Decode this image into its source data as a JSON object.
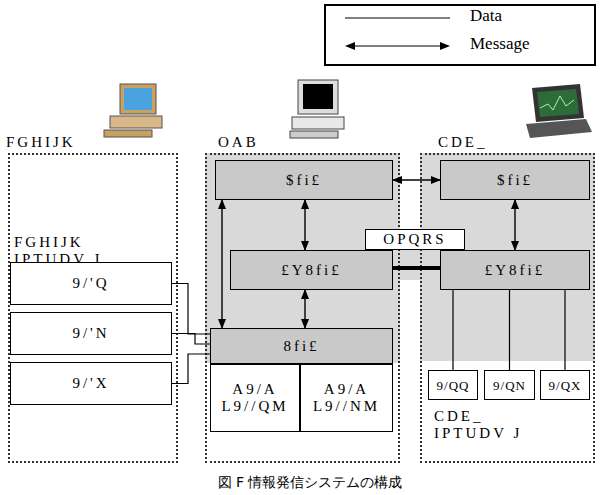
{
  "diagram": {
    "caption": "図 F 情報発信システムの構成",
    "nodes": [
      {
        "text": [
          "FGHIJK",
          "FGHIJK IPTUDV J"
        ]
      },
      {
        "text": [
          "9/'Q"
        ],
        "in": 0
      },
      {
        "text": [
          "9/'N"
        ],
        "in": 0
      },
      {
        "text": [
          "9/'X"
        ],
        "in": 0
      },
      {
        "text": [
          "OAB"
        ]
      },
      {
        "text": [
          "$fi£"
        ],
        "in": 4
      },
      {
        "text": [
          "£Y8fi£"
        ],
        "in": 4
      },
      {
        "text": [
          "8fi£"
        ],
        "in": 4
      },
      {
        "text": [
          "A9/A L9//QM"
        ],
        "in": 4
      },
      {
        "text": [
          "A9/A L9//NM"
        ],
        "in": 4
      },
      {
        "text": [
          "CDE_",
          "CDE_ IPTUDV J"
        ]
      },
      {
        "text": [
          "$fi£"
        ],
        "in": 10
      },
      {
        "text": [
          "£Y8fi£"
        ],
        "in": 10
      },
      {
        "text": [
          "9/QQ"
        ],
        "in": 10
      },
      {
        "text": [
          "9/QN"
        ],
        "in": 10
      },
      {
        "text": [
          "9/QX"
        ],
        "in": 10
      }
    ],
    "edges": [
      {
        "from": 5,
        "to": 11,
        "arrow": "both"
      },
      {
        "from": 5,
        "to": 6,
        "arrow": "both"
      },
      {
        "from": 6,
        "to": 7,
        "arrow": "both"
      },
      {
        "from": 5,
        "to": 7,
        "arrow": "both"
      },
      {
        "from": 11,
        "to": 12,
        "arrow": "both"
      },
      {
        "from": 6,
        "to": 12,
        "label": "OPQRS",
        "arrow": "none"
      },
      {
        "from": 12,
        "to": 13,
        "arrow": "none"
      },
      {
        "from": 12,
        "to": 14,
        "arrow": "none"
      },
      {
        "from": 12,
        "to": 15,
        "arrow": "none"
      },
      {
        "from": 1,
        "to": 7,
        "arrow": "none"
      },
      {
        "from": 2,
        "to": 7,
        "arrow": "none"
      },
      {
        "from": 3,
        "to": 7,
        "arrow": "none"
      }
    ],
    "legend": [
      {
        "text": "Data"
      },
      {
        "text": "Message"
      }
    ]
  }
}
